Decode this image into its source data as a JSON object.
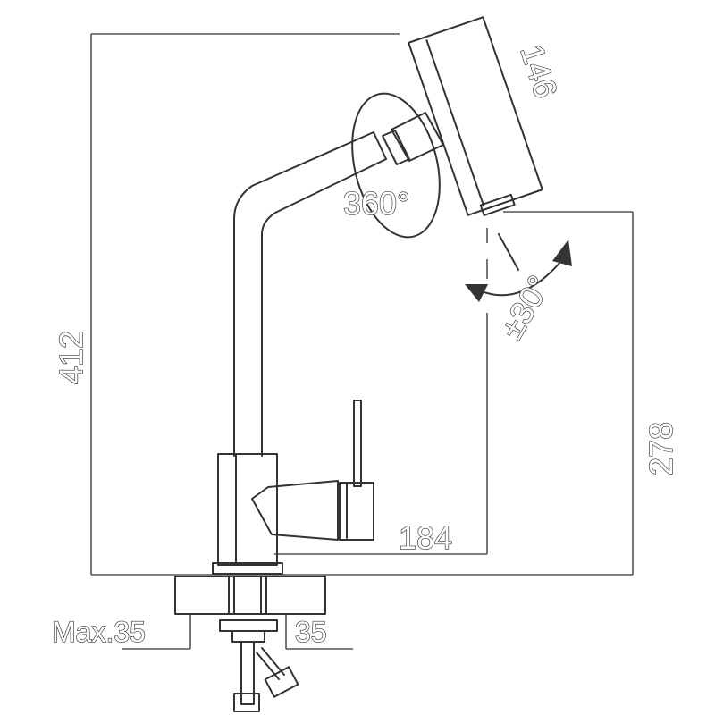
{
  "dimensions": {
    "height_total": "412",
    "spout_length": "146",
    "rotation": "360°",
    "tilt": "±30°",
    "outlet_height": "278",
    "reach": "184",
    "max_thickness": "Max.35",
    "hole_diameter": "35"
  }
}
